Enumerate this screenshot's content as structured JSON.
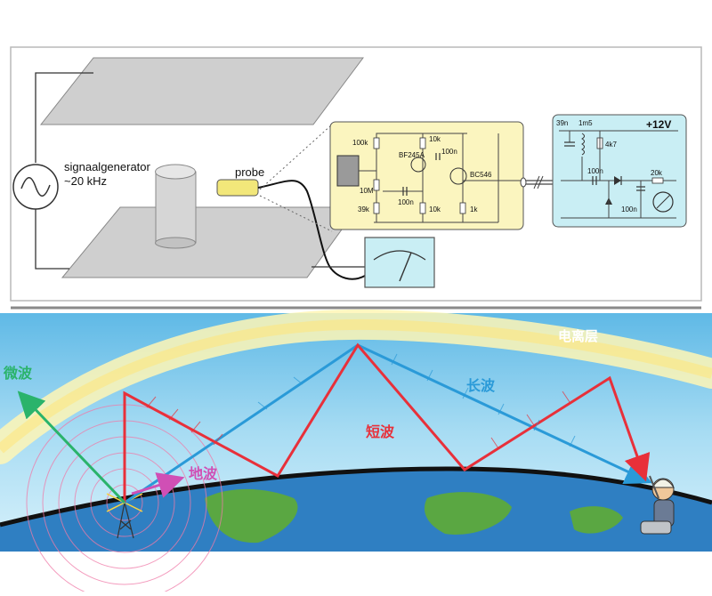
{
  "top": {
    "generator_label_1": "signaalgenerator",
    "generator_label_2": "~20 kHz",
    "probe_label": "probe",
    "amp": {
      "r1": "100k",
      "r2": "10k",
      "c1": "100n",
      "fet": "BF245A",
      "bjt": "BC546",
      "r3": "10M",
      "r4": "39k",
      "c2": "100n",
      "r5": "10k",
      "r6": "1k"
    },
    "det": {
      "supply": "+12V",
      "c1": "39n",
      "l1": "1m5",
      "r1": "4k7",
      "c2": "100n",
      "r2": "20k",
      "c3": "100n"
    }
  },
  "bottom": {
    "ionosphere": "电离层",
    "microwave": "微波",
    "ground_wave": "地波",
    "short_wave": "短波",
    "long_wave": "长波"
  },
  "colors": {
    "amp_panel": "#fbf5bf",
    "det_panel": "#c9eef4",
    "sky": "#93d1ee",
    "earth": "#2f7fc2",
    "short_wave": "#e8303a",
    "long_wave": "#2a9ad8",
    "microwave": "#2ab36b",
    "ground_wave": "#d04fb5"
  }
}
